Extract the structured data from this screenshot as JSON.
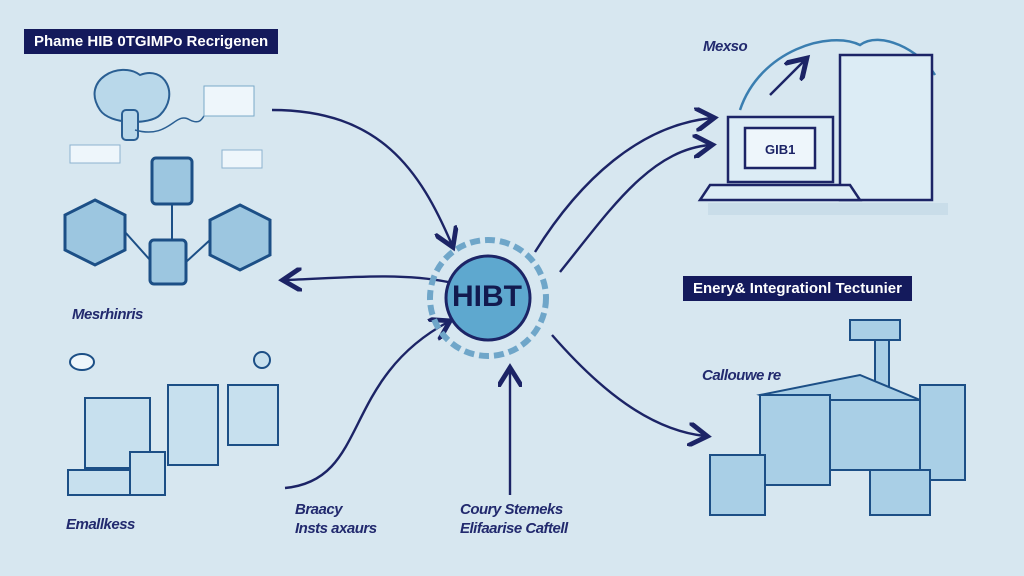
{
  "title_banner": "Phame HIB 0TGIMPo Recrigenen",
  "right_banner": "Enery& Integrationl Tectunier",
  "center_label": "HIBT",
  "labels": {
    "meshinris": "Mesrhinris",
    "emailkess": "Emallkess",
    "mexso": "Mexso",
    "callouwe": "Callouwe re",
    "braacy_1": "Braacy",
    "braacy_2": "Insts axaurs",
    "coury_1": "Coury Stemeks",
    "coury_2": "Elifaarise Caftell"
  },
  "laptop_screen_text": "GIB1",
  "colors": {
    "background": "#d7e7f0",
    "navy": "#141a5c",
    "accent": "#5ea8cf"
  }
}
